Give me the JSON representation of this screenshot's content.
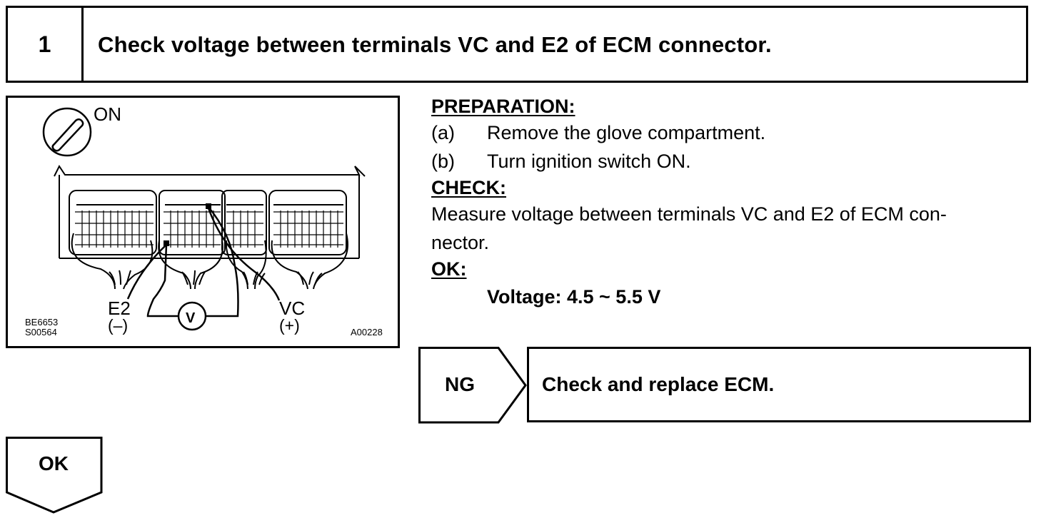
{
  "header": {
    "step_number": "1",
    "title": "Check voltage between terminals VC and E2 of ECM connector."
  },
  "figure": {
    "ignition_label": "ON",
    "e2_label": "E2",
    "e2_polarity": "(–)",
    "vc_label": "VC",
    "vc_polarity": "(+)",
    "meter_label": "V",
    "ref_codes": [
      "BE6653",
      "S00564"
    ],
    "figure_code": "A00228"
  },
  "instructions": {
    "preparation_heading": "PREPARATION:",
    "preparation_steps": [
      {
        "tag": "(a)",
        "text": "Remove the glove compartment."
      },
      {
        "tag": "(b)",
        "text": "Turn ignition switch ON."
      }
    ],
    "check_heading": "CHECK:",
    "check_text_line1": "Measure voltage between terminals VC and E2 of ECM con-",
    "check_text_line2": "nector.",
    "ok_heading": "OK:",
    "ok_value": "Voltage: 4.5 ~ 5.5 V"
  },
  "ng_branch": {
    "label": "NG",
    "result": "Check and replace ECM."
  },
  "ok_branch": {
    "label": "OK"
  }
}
